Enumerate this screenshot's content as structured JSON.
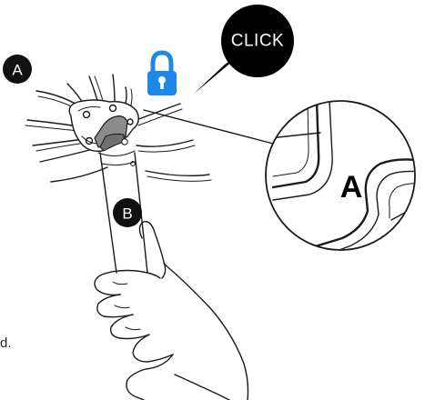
{
  "labels": {
    "marker_a": "A",
    "marker_b": "B",
    "click_bubble": "CLICK",
    "detail_label": "A",
    "edge_text": "d."
  },
  "colors": {
    "lock": "#1e88e5",
    "grip_part": "#8c8c8c",
    "bubble": "#000000",
    "line": "#1a1a1a"
  },
  "icons": {
    "lock": "padlock-closed"
  }
}
